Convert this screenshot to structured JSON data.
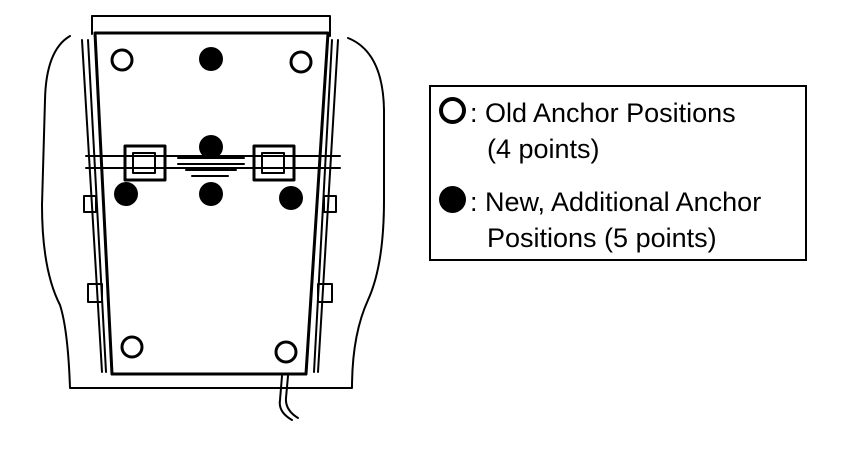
{
  "legend": {
    "old": {
      "icon": "hollow-circle-icon",
      "line1": ": Old Anchor Positions",
      "line2": "(4 points)"
    },
    "new": {
      "icon": "filled-circle-icon",
      "line1": ": New, Additional Anchor",
      "line2": "Positions (5 points)"
    }
  },
  "anchors": {
    "old_count": 4,
    "new_count": 5
  },
  "colors": {
    "ink": "#000000",
    "background": "#ffffff"
  }
}
